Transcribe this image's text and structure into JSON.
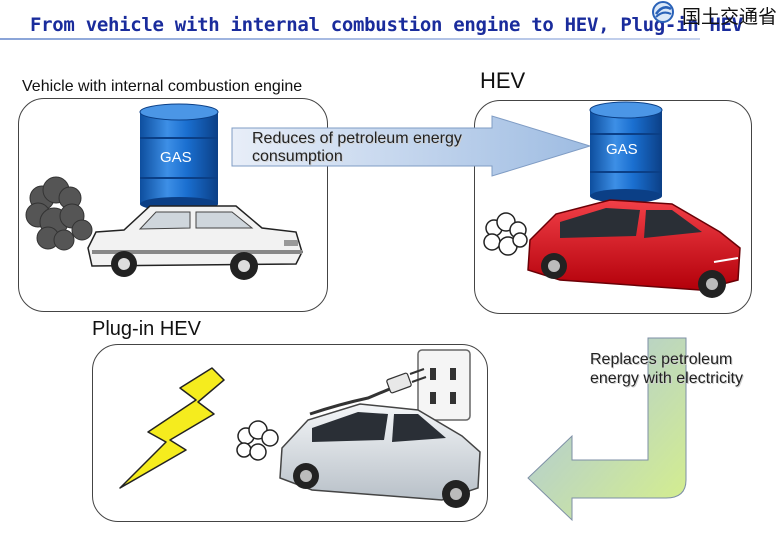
{
  "header": {
    "title": "From vehicle with internal combustion engine to HEV, Plug-in HEV",
    "ministry": "国土交通省"
  },
  "panels": {
    "ice": {
      "label": "Vehicle with internal combustion engine",
      "gas": "GAS"
    },
    "hev": {
      "label": "HEV",
      "gas": "GAS"
    },
    "phev": {
      "label": "Plug-in HEV"
    }
  },
  "arrows": {
    "reduce": "Reduces of petroleum energy consumption",
    "replace": "Replaces petroleum energy with electricity"
  },
  "colors": {
    "title": "#1a2c9c",
    "gas_barrel": "#1a6fd0",
    "hev_car": "#d8101a",
    "phev_car": "#d8dde2",
    "classic_car": "#f2f2f2",
    "arrow_fill": "#a9c3e6",
    "curved_arrow_fill": "#d6f08a",
    "lightning": "#f5ec1e"
  }
}
